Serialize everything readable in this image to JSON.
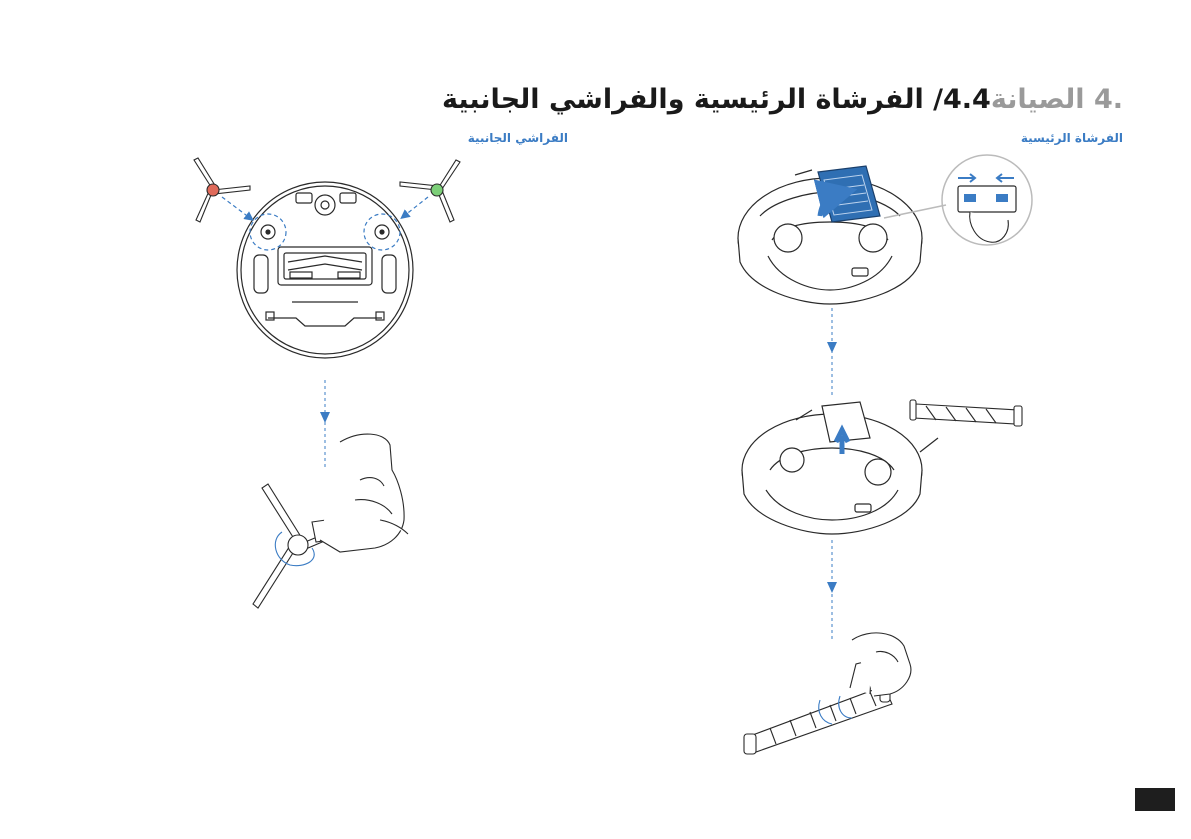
{
  "header": {
    "section_prefix": ".4 الصيانة",
    "section_title": "4.4/ الفرشاة الرئيسية والفراشي الجانبية"
  },
  "subheads": {
    "main_brush": "الفرشاة الرئيسية",
    "side_brushes": "الفراشي الجانبية"
  },
  "colors": {
    "accent_blue": "#3b7cc4",
    "dark_panel": "#2f6fb3",
    "side_brush_left_hub": "#e06a5a",
    "side_brush_right_hub": "#7ccf78",
    "line": "#2a2a2a",
    "page_box": "#1e1e1e",
    "title_prefix": "#9a9a9a"
  },
  "icons": [
    "arrow-down-icon",
    "arrow-up-icon",
    "curved-arrow-icon",
    "push-arrows-icon"
  ]
}
